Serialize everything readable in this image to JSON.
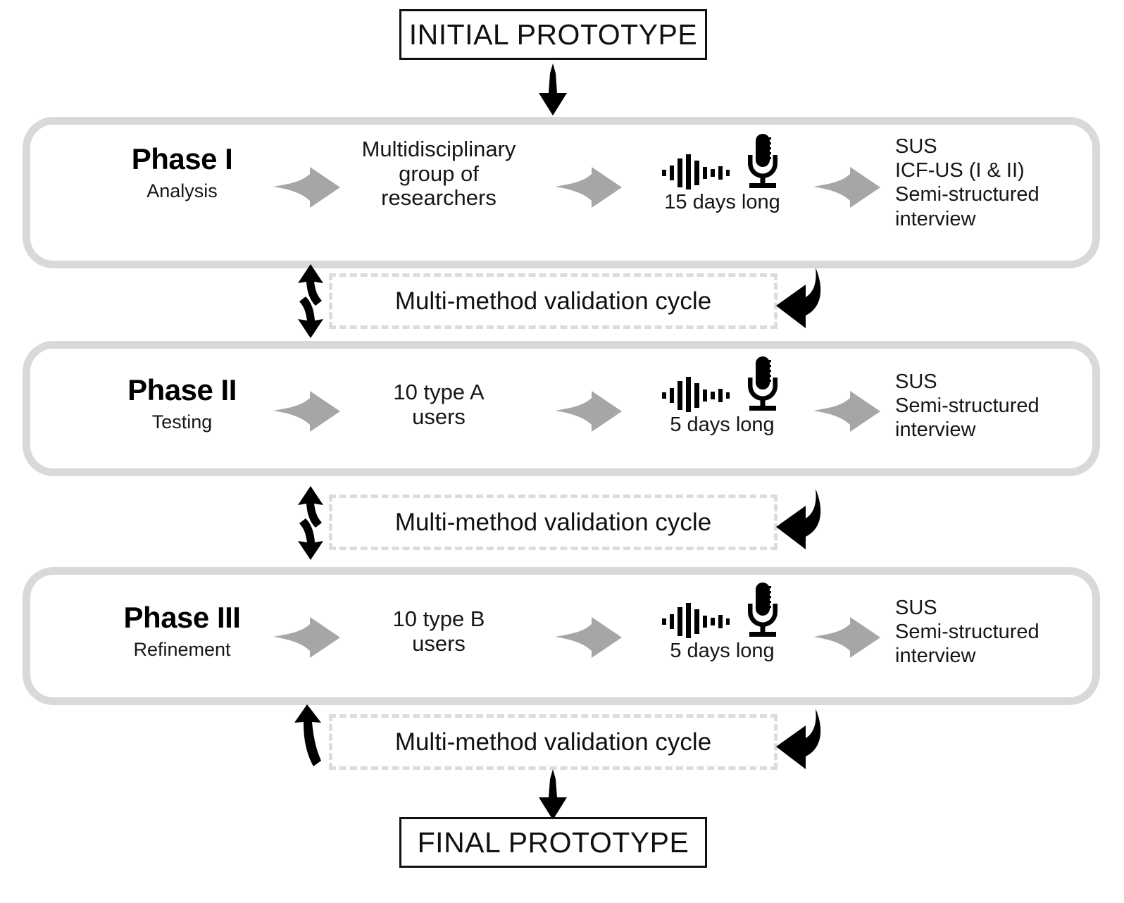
{
  "diagram": {
    "title": "Multi-phase prototype validation flow",
    "start_box": {
      "label": "INITIAL PROTOTYPE"
    },
    "end_box": {
      "label": "FINAL PROTOTYPE"
    },
    "phases": [
      {
        "id": "phase-1",
        "title": "Phase I",
        "subtitle": "Analysis",
        "participants": "Multidisciplinary\ngroup of\nresearchers",
        "participants_lines": [
          "Multidisciplinary",
          "group of",
          "researchers"
        ],
        "duration": "15 days long",
        "icons": [
          "audio-waveform-icon",
          "microphone-icon"
        ],
        "instruments": [
          "SUS",
          "ICF-US (I & II)",
          "Semi-structured",
          "interview"
        ]
      },
      {
        "id": "phase-2",
        "title": "Phase II",
        "subtitle": "Testing",
        "participants_lines": [
          "10 type A",
          "users"
        ],
        "duration": "5 days long",
        "icons": [
          "audio-waveform-icon",
          "microphone-icon"
        ],
        "instruments": [
          "SUS",
          "Semi-structured",
          "interview"
        ]
      },
      {
        "id": "phase-3",
        "title": "Phase III",
        "subtitle": "Refinement",
        "participants_lines": [
          "10 type B",
          "users"
        ],
        "duration": "5 days long",
        "icons": [
          "audio-waveform-icon",
          "microphone-icon"
        ],
        "instruments": [
          "SUS",
          "Semi-structured",
          "interview"
        ]
      }
    ],
    "cycles": [
      {
        "id": "cycle-1",
        "label": "Multi-method validation cycle",
        "left_icon": "double-headed-curved-arrow-icon",
        "right_icon": "curved-return-arrow-icon"
      },
      {
        "id": "cycle-2",
        "label": "Multi-method validation cycle",
        "left_icon": "double-headed-curved-arrow-icon",
        "right_icon": "curved-return-arrow-icon"
      },
      {
        "id": "cycle-3",
        "label": "Multi-method validation cycle",
        "left_icon": "curved-up-arrow-icon",
        "right_icon": "curved-return-arrow-icon"
      }
    ],
    "colors": {
      "phase_border": "#d9d9d9",
      "flow_arrow": "#a6a6a6",
      "dashed_border": "#dcdcdc",
      "black_arrow": "#000000",
      "box_border": "#111111",
      "text": "#161616",
      "background": "#ffffff"
    }
  }
}
